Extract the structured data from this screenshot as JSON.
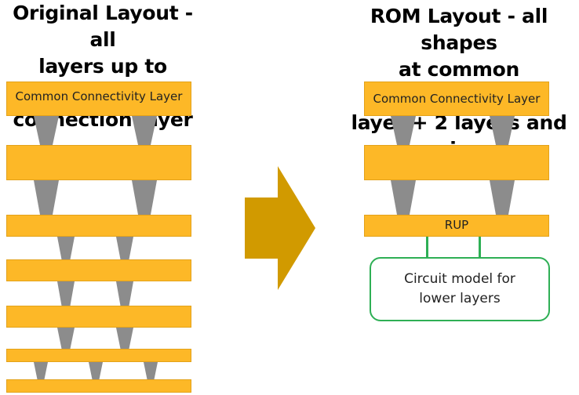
{
  "left": {
    "title": "Original Layout - all\nlayers up to common\nconnection layer",
    "top_layer_label": "Common Connectivity Layer"
  },
  "right": {
    "title": "ROM Layout - all shapes\nat common connection\nlayer + 2 layers and vias",
    "top_layer_label": "Common Connectivity Layer",
    "rup_label": "RUP",
    "circuit_box_text": "Circuit model for\nlower layers"
  },
  "colors": {
    "layer": "#FDB827",
    "via": "#8C8C8C",
    "arrow": "#D19A00",
    "connector": "#2EAF55"
  },
  "icons": [
    "right-arrow-icon"
  ]
}
